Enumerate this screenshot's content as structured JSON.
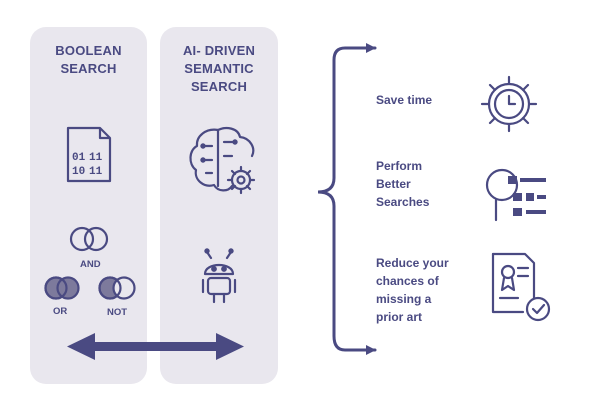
{
  "columns": {
    "boolean_title": "BOOLEAN\nSEARCH",
    "ai_title": "AI- DRIVEN\nSEMANTIC\nSEARCH"
  },
  "operators": {
    "and_label": "AND",
    "or_label": "OR",
    "not_label": "NOT"
  },
  "binary_digits": {
    "row1_left": "01",
    "row1_right": "11",
    "row2_left": "10",
    "row2_right": "11"
  },
  "benefits": [
    {
      "label": "Save time",
      "icon": "clock-gear-icon"
    },
    {
      "label": "Perform\nBetter\nSearches",
      "icon": "search-checklist-icon"
    },
    {
      "label": "Reduce your\nchances of\nmissing a\nprior art",
      "icon": "certificate-check-icon"
    }
  ],
  "colors": {
    "accent": "#4a4a82",
    "panel": "#e9e7ee",
    "venn_fill": "#7d7a9c"
  }
}
